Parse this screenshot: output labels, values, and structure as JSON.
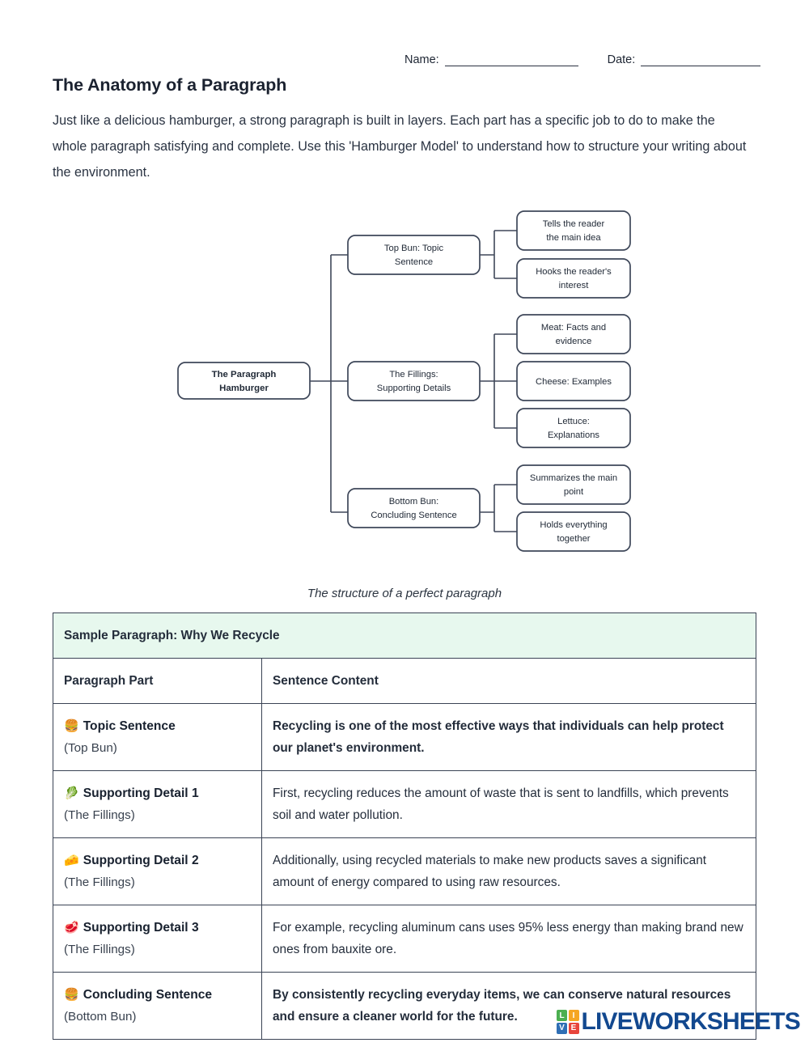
{
  "header": {
    "name_label": "Name:",
    "date_label": "Date:",
    "name_value": "",
    "date_value": ""
  },
  "title": "The Anatomy of a Paragraph",
  "intro": "Just like a delicious hamburger, a strong paragraph is built in layers. Each part has a specific job to do to make the whole paragraph satisfying and complete. Use this 'Hamburger Model' to understand how to structure your writing about the environment.",
  "diagram": {
    "caption": "The structure of a perfect paragraph",
    "root": "The Paragraph\nHamburger",
    "root_line1": "The Paragraph",
    "root_line2": "Hamburger",
    "branches": [
      {
        "label_line1": "Top Bun: Topic",
        "label_line2": "Sentence",
        "leaves": [
          {
            "line1": "Tells the reader",
            "line2": "the main idea"
          },
          {
            "line1": "Hooks the reader's",
            "line2": "interest"
          }
        ]
      },
      {
        "label_line1": "The Fillings:",
        "label_line2": "Supporting Details",
        "leaves": [
          {
            "line1": "Meat: Facts and",
            "line2": "evidence"
          },
          {
            "line1": "Cheese: Examples",
            "line2": ""
          },
          {
            "line1": "Lettuce:",
            "line2": "Explanations"
          }
        ]
      },
      {
        "label_line1": "Bottom Bun:",
        "label_line2": "Concluding Sentence",
        "leaves": [
          {
            "line1": "Summarizes the main",
            "line2": "point"
          },
          {
            "line1": "Holds everything",
            "line2": "together"
          }
        ]
      }
    ]
  },
  "table": {
    "title": "Sample Paragraph: Why We Recycle",
    "headers": [
      "Paragraph Part",
      "Sentence Content"
    ],
    "rows": [
      {
        "emoji": "🍔",
        "emoji_name": "hamburger-icon",
        "part": "Topic Sentence",
        "sub": "(Top Bun)",
        "content": "Recycling is one of the most effective ways that individuals can help protect our planet's environment.",
        "bold": true
      },
      {
        "emoji": "🥬",
        "emoji_name": "leafy-green-icon",
        "part": "Supporting Detail 1",
        "sub": "(The Fillings)",
        "content": "First, recycling reduces the amount of waste that is sent to landfills, which prevents soil and water pollution.",
        "bold": false
      },
      {
        "emoji": "🧀",
        "emoji_name": "cheese-icon",
        "part": "Supporting Detail 2",
        "sub": "(The Fillings)",
        "content": "Additionally, using recycled materials to make new products saves a significant amount of energy compared to using raw resources.",
        "bold": false
      },
      {
        "emoji": "🥩",
        "emoji_name": "meat-cut-icon",
        "part": "Supporting Detail 3",
        "sub": "(The Fillings)",
        "content": "For example, recycling aluminum cans uses 95% less energy than making brand new ones from bauxite ore.",
        "bold": false
      },
      {
        "emoji": "🍔",
        "emoji_name": "hamburger-icon",
        "part": "Concluding Sentence",
        "sub": "(Bottom Bun)",
        "content": "By consistently recycling everyday items, we can conserve natural resources and ensure a cleaner world for the future.",
        "bold": true
      }
    ]
  },
  "logo": {
    "tiles": [
      "L",
      "I",
      "V",
      "E"
    ],
    "word": "LIVEWORKSHEETS",
    "colors": {
      "l": "#4caf50",
      "i": "#f5a623",
      "v": "#2f6fb5",
      "e": "#e8453c",
      "word": "#12488f"
    }
  },
  "colors": {
    "table_title_bg": "#e7f8ee",
    "border": "#3a4354",
    "node_stroke": "#3e4759",
    "text": "#1d2533"
  }
}
